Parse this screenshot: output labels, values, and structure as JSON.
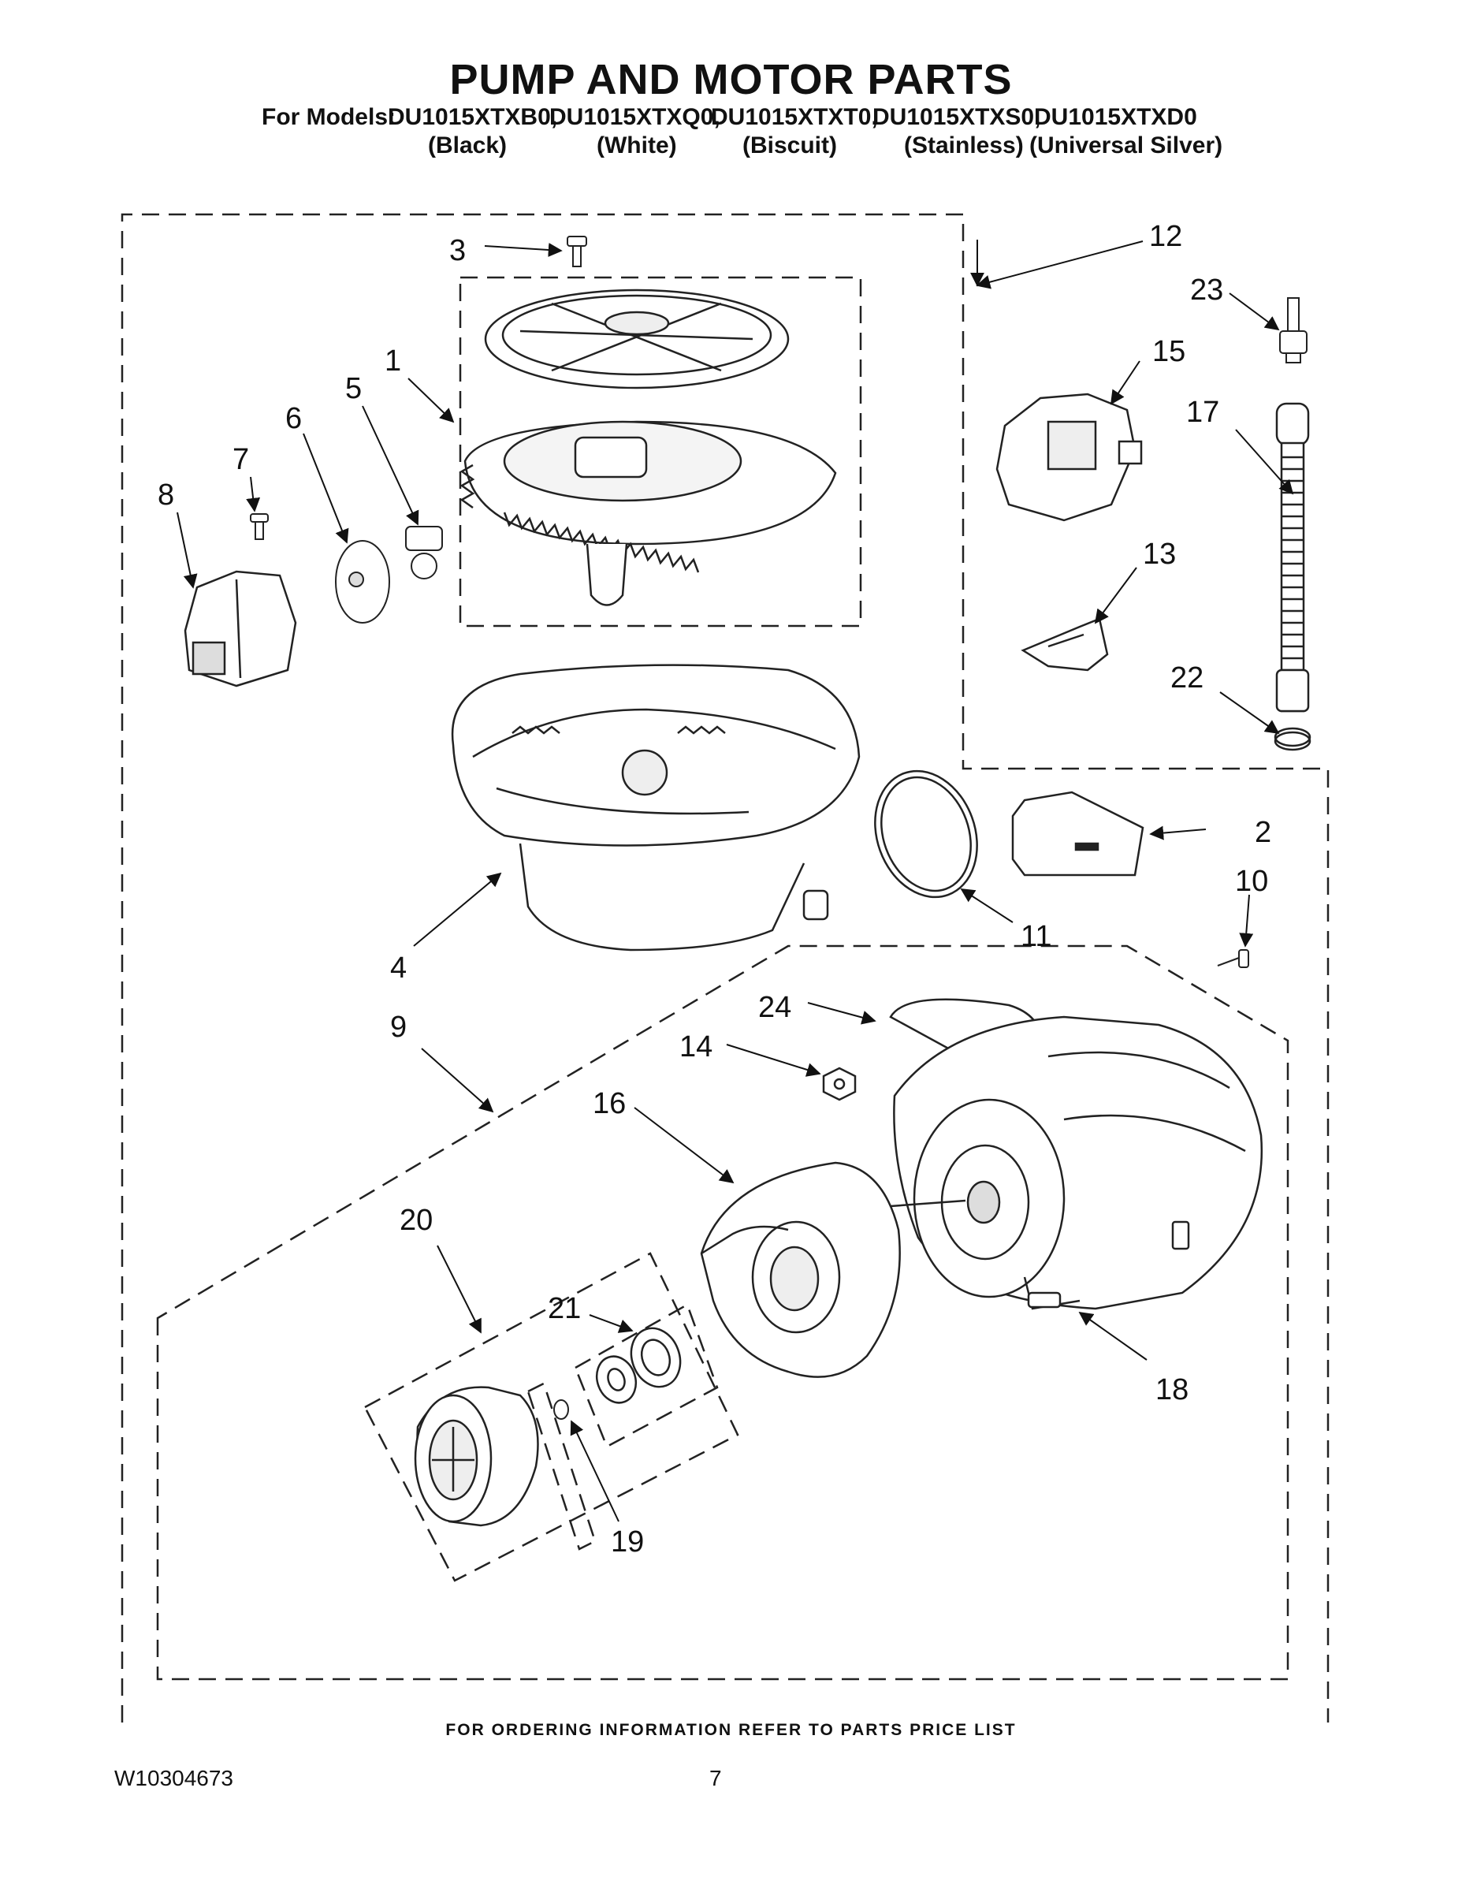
{
  "header": {
    "title": "PUMP AND MOTOR PARTS",
    "models_prefix": "For Models:",
    "models": [
      "DU1015XTXB0,",
      "DU1015XTXQ0,",
      "DU1015XTXT0,",
      "DU1015XTXS0,",
      "DU1015XTXD0"
    ],
    "colors": [
      "(Black)",
      "(White)",
      "(Biscuit)",
      "(Stainless)",
      "(Universal Silver)"
    ]
  },
  "callouts": {
    "c1": "1",
    "c2": "2",
    "c3": "3",
    "c4": "4",
    "c5": "5",
    "c6": "6",
    "c7": "7",
    "c8": "8",
    "c9": "9",
    "c10": "10",
    "c11": "11",
    "c12": "12",
    "c13": "13",
    "c14": "14",
    "c15": "15",
    "c16": "16",
    "c17": "17",
    "c18": "18",
    "c19": "19",
    "c20": "20",
    "c21": "21",
    "c22": "22",
    "c23": "23",
    "c24": "24"
  },
  "footer": {
    "ordering_note": "FOR ORDERING INFORMATION REFER TO PARTS PRICE LIST",
    "document_number": "W10304673",
    "page_number": "7"
  }
}
